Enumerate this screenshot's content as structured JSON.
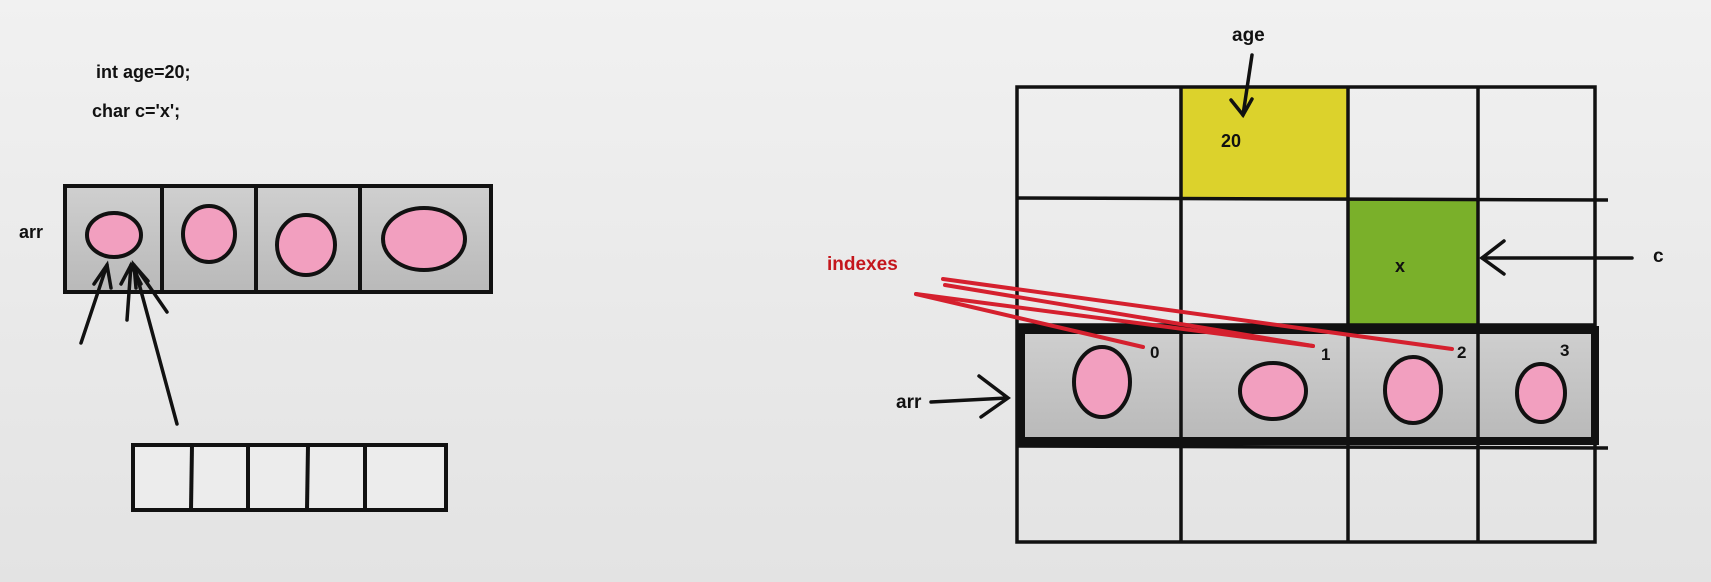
{
  "code": {
    "line1": "int age=20;",
    "line2": "char c='x';"
  },
  "left_diagram": {
    "array_label": "arr",
    "element_count": 4,
    "empty_slot_count": 5
  },
  "right_diagram": {
    "age_label": "age",
    "age_value": "20",
    "char_label": "c",
    "char_value": "x",
    "indexes_label": "indexes",
    "array_label": "arr",
    "indexes": [
      "0",
      "1",
      "2",
      "3"
    ]
  },
  "colors": {
    "ink": "#111111",
    "cell_gray": "#c2c2c2",
    "pink_fill": "#f29fbf",
    "age_cell_yellow": "#dcd22c",
    "char_cell_green": "#7ab02a",
    "index_line_red": "#d5202e",
    "indexes_text_red": "#c4161c"
  },
  "icons": {
    "pointer": "arrow-icon",
    "element": "circle-element-icon"
  }
}
